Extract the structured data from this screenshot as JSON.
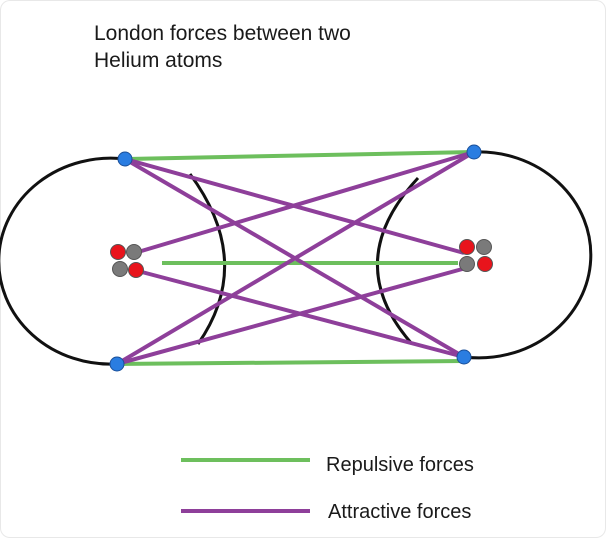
{
  "title_line1": "London forces between two",
  "title_line2": "Helium atoms",
  "legend": {
    "repulsive": {
      "label": "Repulsive forces",
      "color": "#6dbf5d"
    },
    "attractive": {
      "label": "Attractive forces",
      "color": "#8e3f9a"
    }
  },
  "colors": {
    "orbit": "#111111",
    "electron": "#2a7de1",
    "proton": "#e8141c",
    "neutron": "#7a7a7a"
  }
}
